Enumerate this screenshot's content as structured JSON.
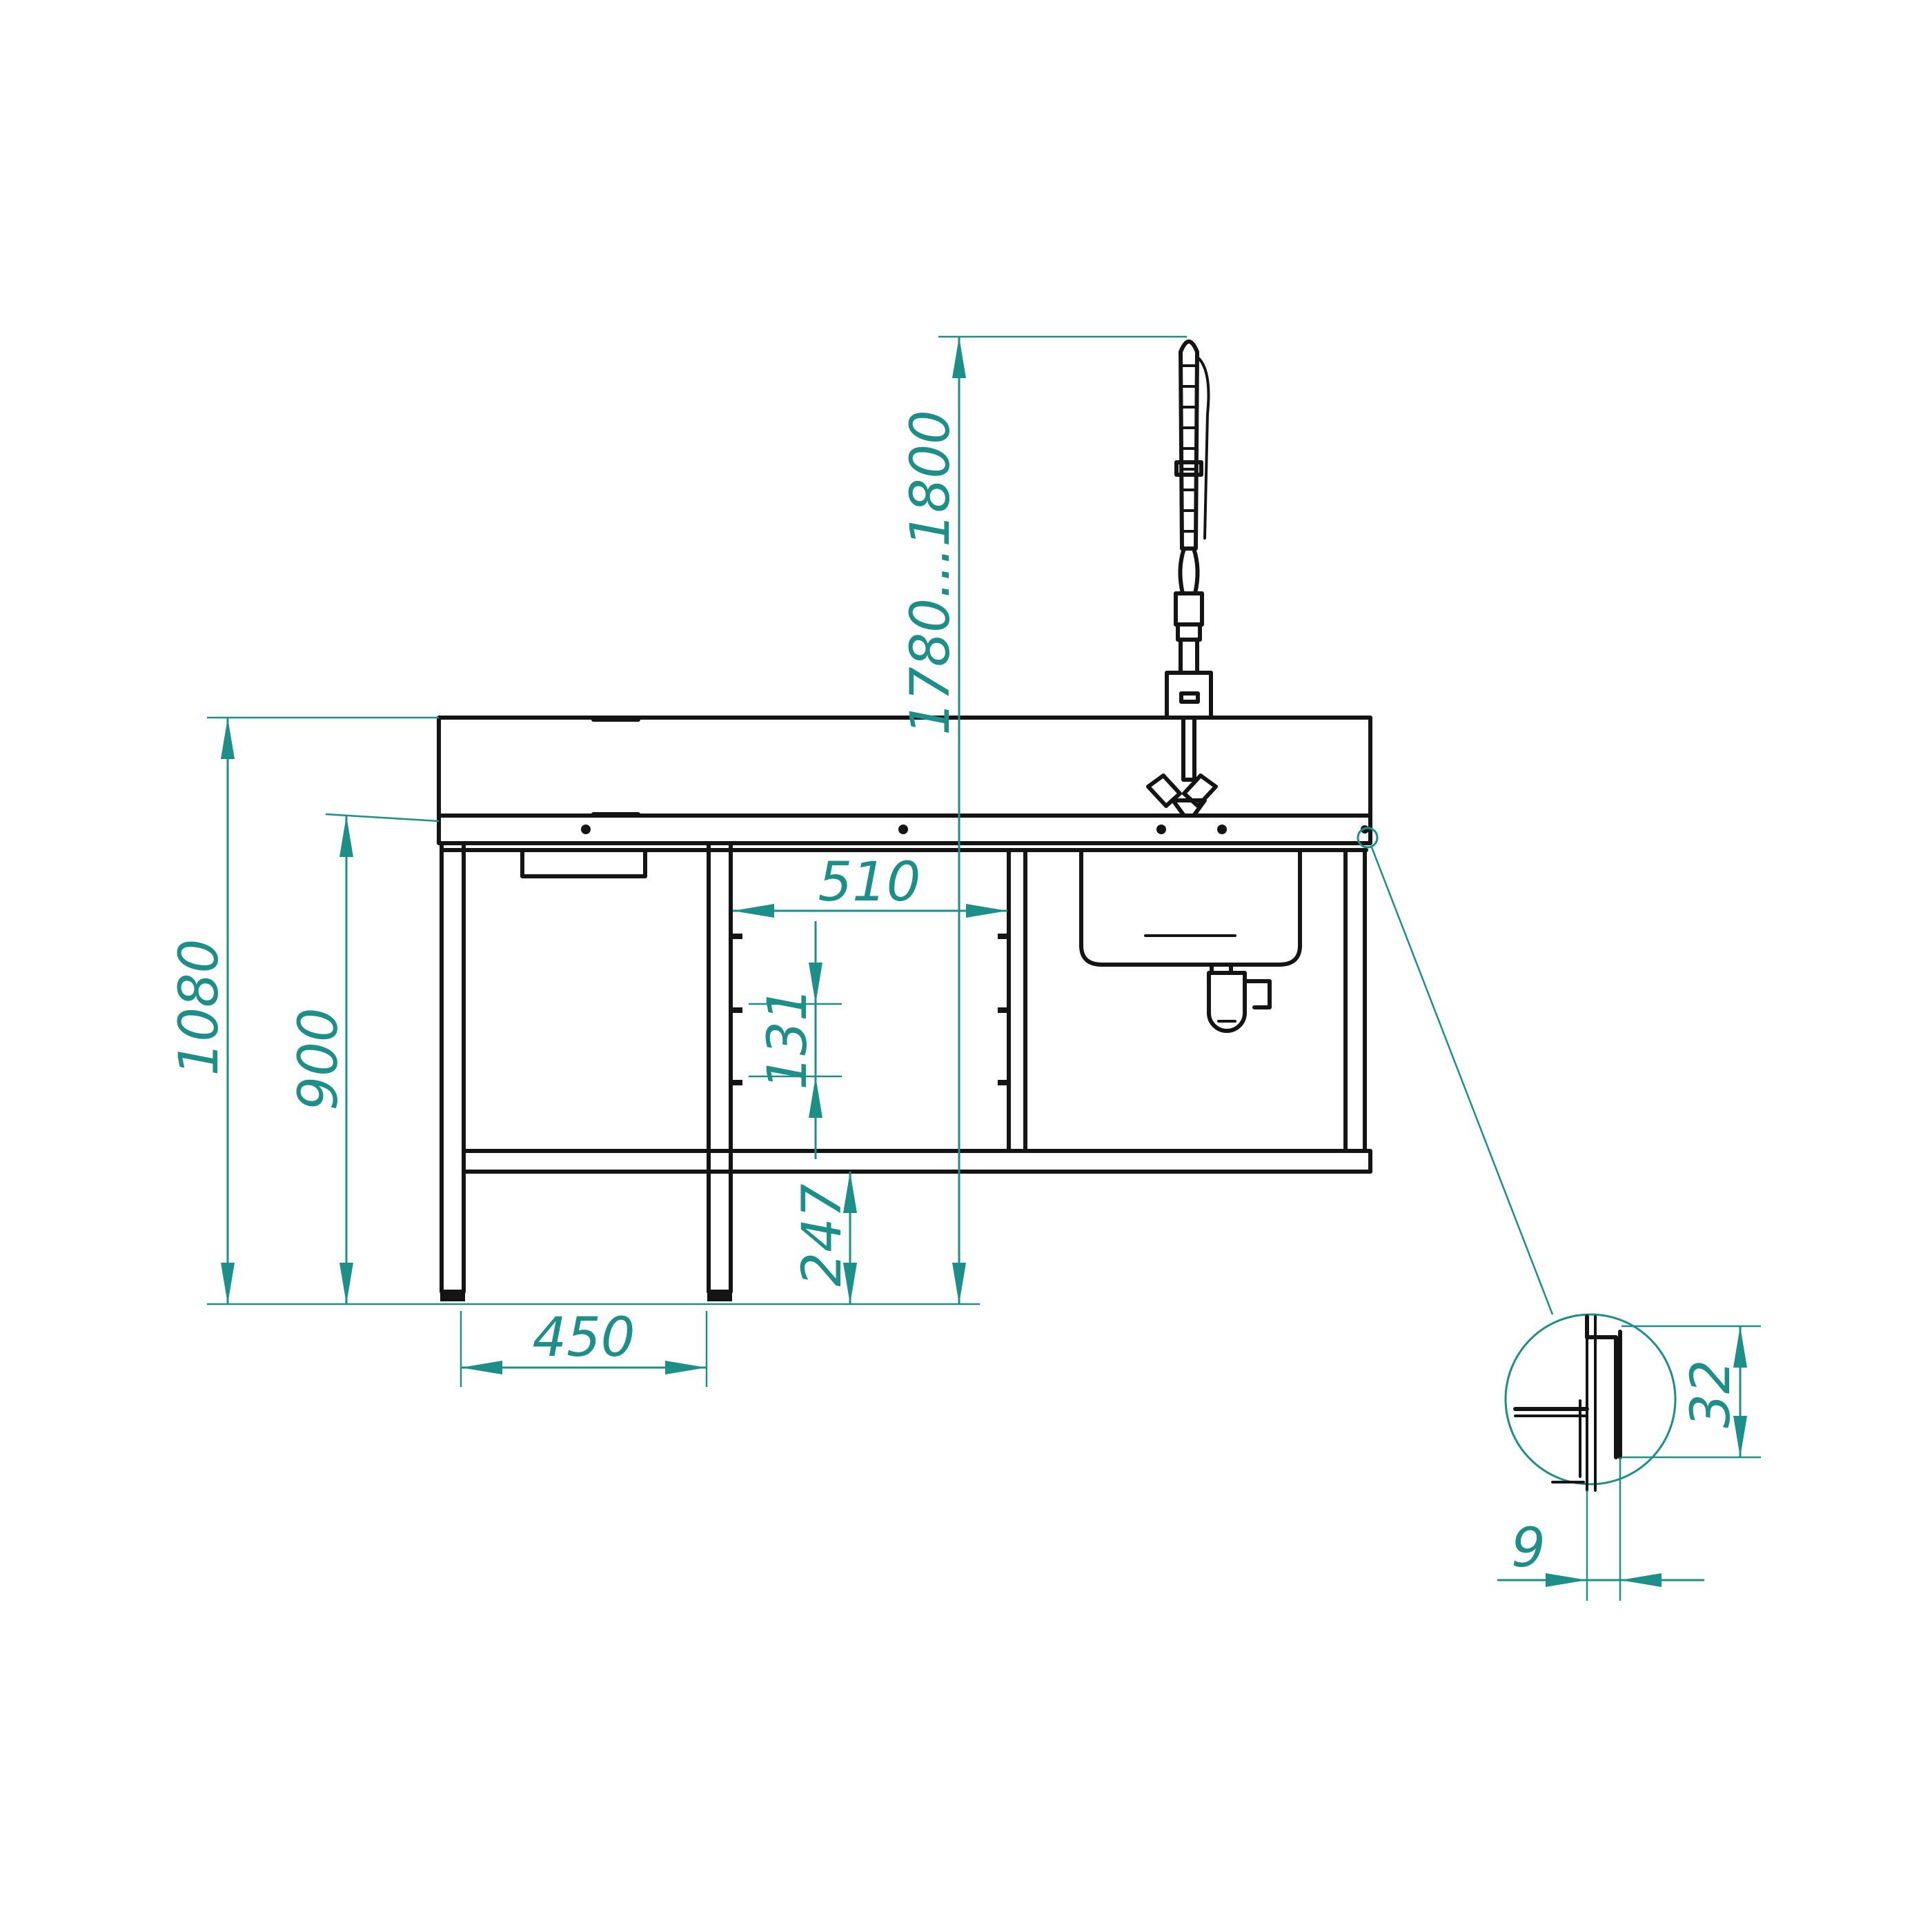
{
  "colors": {
    "object": "#141414",
    "dimension": "#1b8f88",
    "background": "#ffffff"
  },
  "dimensions": {
    "total_height": "1080",
    "worktop_height": "900",
    "faucet_height": "1780...1800",
    "cabinet_inner_width": "510",
    "shelf_step": "131",
    "bottom_shelf_height": "247",
    "leg_spacing": "450",
    "edge_height": "32",
    "edge_thickness": "9"
  },
  "icons": [
    "pre-rinse-faucet-icon",
    "sink-bowl-icon",
    "drain-siphon-icon",
    "detail-magnifier-icon"
  ]
}
